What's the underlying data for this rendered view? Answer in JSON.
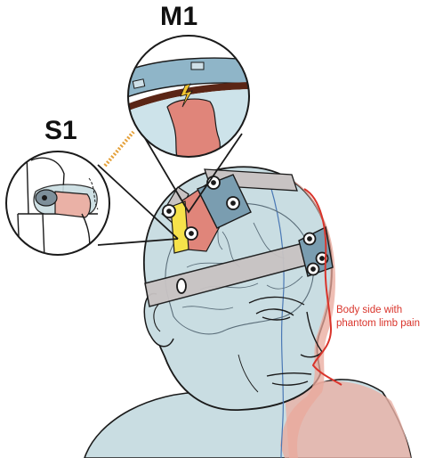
{
  "labels": {
    "m1": "M1",
    "s1": "S1",
    "side_note_line1": "Body side with",
    "side_note_line2": "phantom limb pain"
  },
  "colors": {
    "skin": "#c9dde2",
    "outline": "#1a1a1a",
    "m1_region": "#e0857a",
    "s1_region": "#f6e24a",
    "electrode_pad": "#7a9db0",
    "headband": "#c8c3c3",
    "annotation": "#d9342b",
    "connector_dots": "#e5a13a"
  },
  "icons": [
    "electrode-icon",
    "lightning-icon",
    "chair-icon",
    "leg-icon"
  ]
}
